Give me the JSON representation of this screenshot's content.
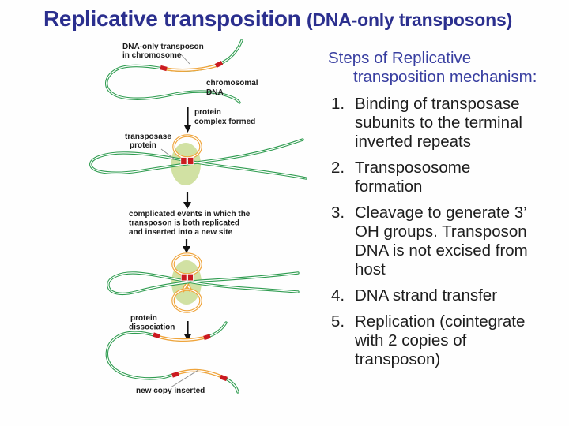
{
  "slide": {
    "title": "Replicative transposition ",
    "title_suffix": "(DNA-only transposons)"
  },
  "steps": {
    "heading": [
      "Steps of Replicative",
      "transposition mechanism:"
    ],
    "items": [
      {
        "num": "1.",
        "lines": [
          "Binding of transposase",
          "subunits to the terminal",
          "inverted repeats"
        ]
      },
      {
        "num": "2.",
        "lines": [
          "Transpososome",
          "formation"
        ]
      },
      {
        "num": "3.",
        "lines": [
          "Cleavage to generate 3’",
          "OH groups. Transposon",
          "DNA is not excised from",
          "host"
        ]
      },
      {
        "num": "4.",
        "lines": [
          "DNA strand transfer"
        ]
      },
      {
        "num": "5.",
        "lines": [
          "Replication (cointegrate",
          "with 2 copies of",
          "transposon)"
        ]
      }
    ]
  },
  "diagram": {
    "labels": {
      "transposon_l1": "DNA-only transposon",
      "transposon_l2": "in chromosome",
      "chromosomal_l1": "chromosomal",
      "chromosomal_l2": "DNA",
      "protein_complex_l1": "protein",
      "protein_complex_l2": "complex formed",
      "transposase_l1": "transposase",
      "transposase_l2": "protein",
      "complicated_l1": "complicated events in which the",
      "complicated_l2": "transposon is both replicated",
      "complicated_l3": "and inserted into a new site",
      "dissociation_l1": "protein",
      "dissociation_l2": "dissociation",
      "new_copy": "new copy inserted"
    },
    "colors": {
      "dna_green": "#2f9c50",
      "transposon_orange": "#efa43b",
      "inverted_repeat_red": "#cb1a20",
      "protein_blob_green": "#cbdd96",
      "title_navy": "#2b2f8e",
      "heading_blue": "#383ea0"
    }
  }
}
